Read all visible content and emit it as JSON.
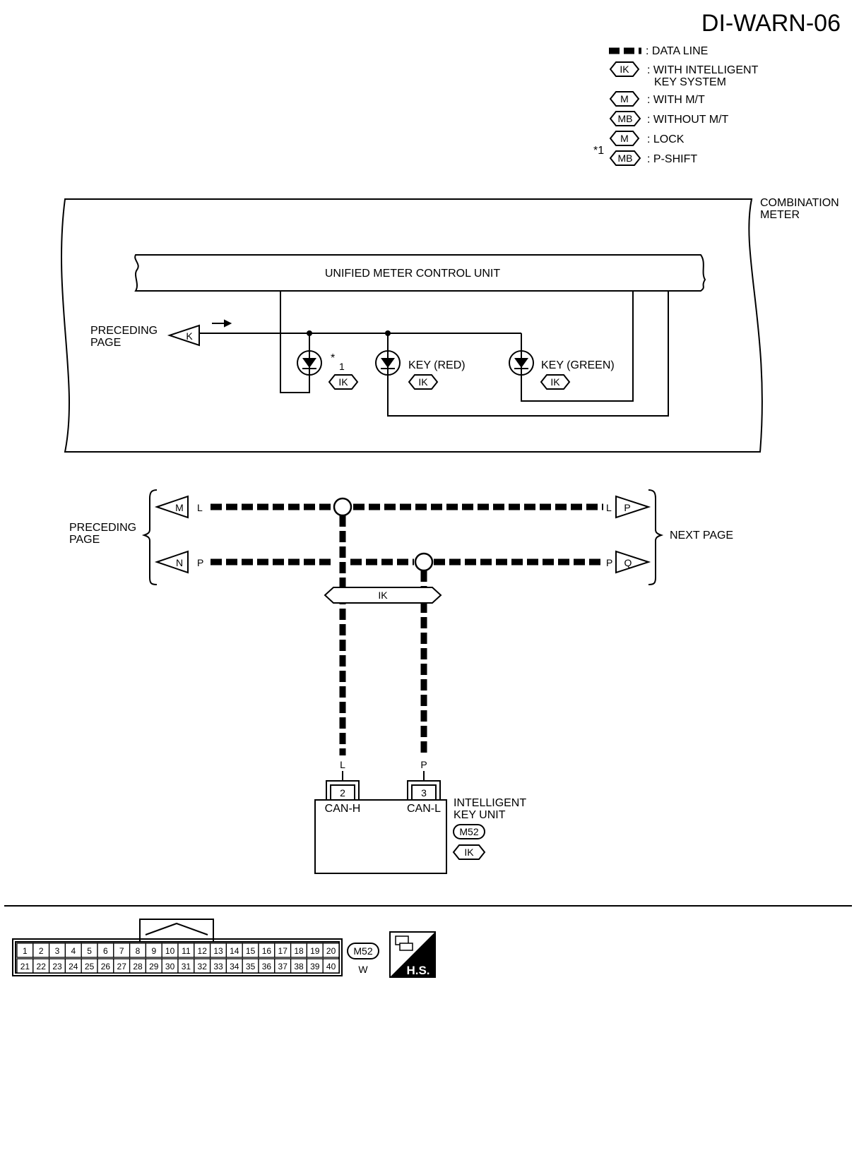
{
  "page_code": "DI-WARN-06",
  "legend": {
    "data_line": ": DATA LINE",
    "ik_line1": ": WITH INTELLIGENT",
    "ik_line2": "KEY SYSTEM",
    "mt": ": WITH M/T",
    "no_mt": ": WITHOUT M/T",
    "lock": ": LOCK",
    "p_shift": ": P-SHIFT",
    "note_star": "*1",
    "code_ik": "IK",
    "code_m": "M",
    "code_mb": "MB"
  },
  "combination_meter": {
    "label_line1": "COMBINATION",
    "label_line2": "METER",
    "control_unit": "UNIFIED METER CONTROL UNIT",
    "preceding_line1": "PRECEDING",
    "preceding_line2": "PAGE",
    "connector_k": "K",
    "led1_star": "*",
    "led1_sub": "1",
    "led2_label": "KEY (RED)",
    "led3_label": "KEY (GREEN)",
    "ik": "IK"
  },
  "can_bus": {
    "preceding_line1": "PRECEDING",
    "preceding_line2": "PAGE",
    "next_page": "NEXT PAGE",
    "conn_m": "M",
    "conn_n": "N",
    "conn_p": "P",
    "conn_q": "Q",
    "wire_l": "L",
    "wire_p": "P",
    "ik": "IK"
  },
  "key_unit": {
    "name_line1": "INTELLIGENT",
    "name_line2": "KEY UNIT",
    "connector": "M52",
    "ik": "IK",
    "wire_l": "L",
    "wire_p": "P",
    "pin_2": "2",
    "pin_3": "3",
    "can_h": "CAN-H",
    "can_l": "CAN-L"
  },
  "connector_face": {
    "pins_row1": [
      "1",
      "2",
      "3",
      "4",
      "5",
      "6",
      "7",
      "8",
      "9",
      "10",
      "11",
      "12",
      "13",
      "14",
      "15",
      "16",
      "17",
      "18",
      "19",
      "20"
    ],
    "pins_row2": [
      "21",
      "22",
      "23",
      "24",
      "25",
      "26",
      "27",
      "28",
      "29",
      "30",
      "31",
      "32",
      "33",
      "34",
      "35",
      "36",
      "37",
      "38",
      "39",
      "40"
    ],
    "code": "M52",
    "color": "W",
    "hs": "H.S."
  }
}
